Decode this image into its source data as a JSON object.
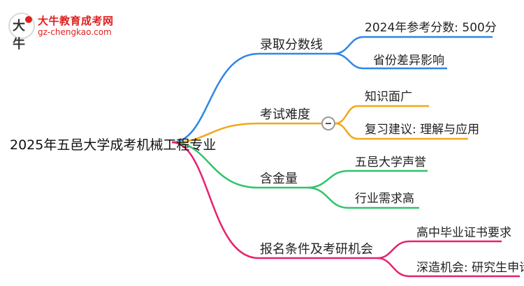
{
  "logo": {
    "title": "大牛教育成考网",
    "url": "gz-chengkao.com",
    "glyph": "大牛"
  },
  "mindmap": {
    "root": "2025年五邑大学成考机械工程专业",
    "branches": [
      {
        "label": "录取分数线",
        "color": "#2f86e8",
        "leaves": [
          "2024年参考分数: 500分",
          "省份差异影响"
        ]
      },
      {
        "label": "考试难度",
        "color": "#f0a818",
        "leaves": [
          "知识面广",
          "复习建议: 理解与应用"
        ]
      },
      {
        "label": "含金量",
        "color": "#2ec46a",
        "leaves": [
          "五邑大学声誉",
          "行业需求高"
        ]
      },
      {
        "label": "报名条件及考研机会",
        "color": "#e8206e",
        "leaves": [
          "高中毕业证书要求",
          "深造机会: 研究生申请"
        ]
      }
    ]
  }
}
